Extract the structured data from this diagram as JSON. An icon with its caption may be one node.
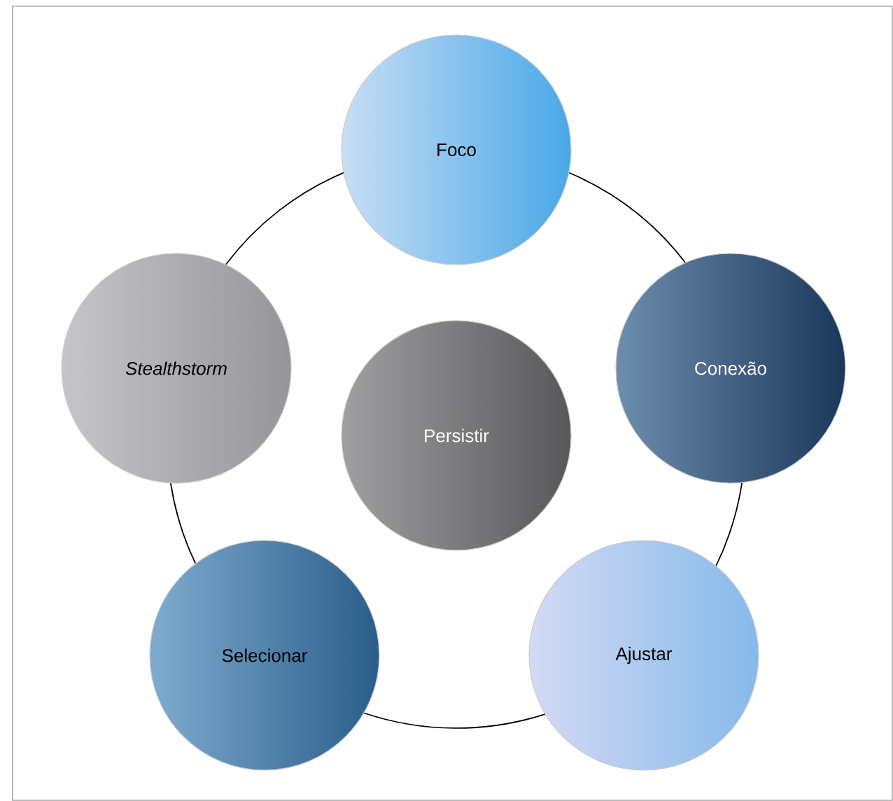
{
  "diagram": {
    "nodes": [
      {
        "text": [
          "Foco"
        ]
      },
      {
        "text": [
          "Stealthstorm"
        ]
      },
      {
        "text": [
          "Persistir"
        ]
      },
      {
        "text": [
          "Conexão"
        ]
      },
      {
        "text": [
          "Selecionar"
        ]
      },
      {
        "text": [
          "Ajustar"
        ]
      }
    ],
    "edges": [
      {
        "from": 0,
        "to": 3,
        "arrow": "none"
      },
      {
        "from": 3,
        "to": 5,
        "arrow": "none"
      },
      {
        "from": 5,
        "to": 4,
        "arrow": "none"
      },
      {
        "from": 4,
        "to": 1,
        "arrow": "none"
      },
      {
        "from": 1,
        "to": 0,
        "arrow": "none"
      }
    ]
  }
}
